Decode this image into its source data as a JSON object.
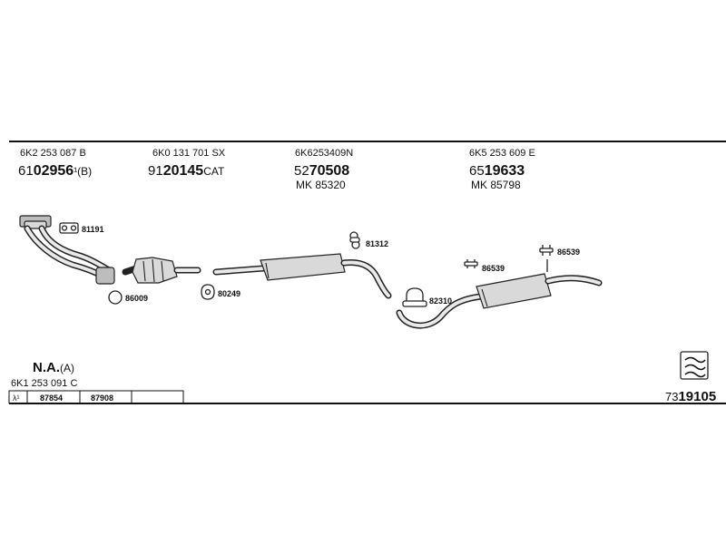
{
  "top_parts": [
    {
      "code": "6K2 253 087 B",
      "num_prefix": "61",
      "num_main": "02956",
      "num_suffix": "¹(B)",
      "mk": ""
    },
    {
      "code": "6K0 131 701 SX",
      "num_prefix": "91",
      "num_main": "20145",
      "num_suffix": "CAT",
      "mk": ""
    },
    {
      "code": "6K6253409N",
      "num_prefix": "52",
      "num_main": "70508",
      "num_suffix": "",
      "mk": "MK 85320"
    },
    {
      "code": "6K5 253 609 E",
      "num_prefix": "65",
      "num_main": "19633",
      "num_suffix": "",
      "mk": "MK 85798"
    }
  ],
  "labels": {
    "gasket_1": "81191",
    "ring_1": "86009",
    "clamp_1": "80249",
    "hanger_1": "81312",
    "clamp_2": "82310",
    "hanger_2": "86539",
    "hanger_3": "86539"
  },
  "bottom": {
    "na_text": "N.A.",
    "na_suffix": "(A)",
    "na_code": "6K1 253 091 C",
    "table_symbol": "λ¹",
    "table_cells": [
      "87854",
      "87908"
    ],
    "ref_prefix": "73",
    "ref_main": "19105"
  }
}
